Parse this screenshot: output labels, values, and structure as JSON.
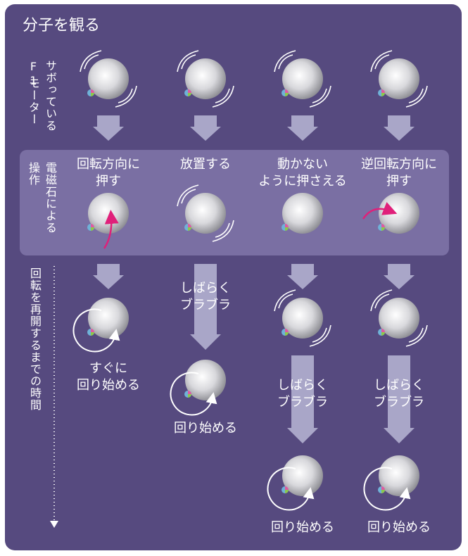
{
  "title": "分子を観る",
  "row_labels": {
    "row1_a": "F1",
    "row1_b": "モーター",
    "row1_c": "サボっている",
    "row2_a": "操作",
    "row2_b": "電磁石による",
    "row3": "回転を再開するまでの時間"
  },
  "columns": [
    {
      "operation": "回転方向に\n押す",
      "outcome": "すぐに\n回り始める"
    },
    {
      "operation": "放置する",
      "wait": "しばらく\nブラブラ",
      "outcome": "回り始める"
    },
    {
      "operation": "動かない\nように押さえる",
      "wait": "しばらく\nブラブラ",
      "outcome": "回り始める"
    },
    {
      "operation": "逆回転方向に\n押す",
      "wait": "しばらく\nブラブラ",
      "outcome": "回り始める"
    }
  ],
  "colors": {
    "panel": "#564a7f",
    "band": "#7a6fa3",
    "arrow": "#a9a6c8",
    "push_arrow": "#e0207a",
    "text": "#ffffff"
  }
}
